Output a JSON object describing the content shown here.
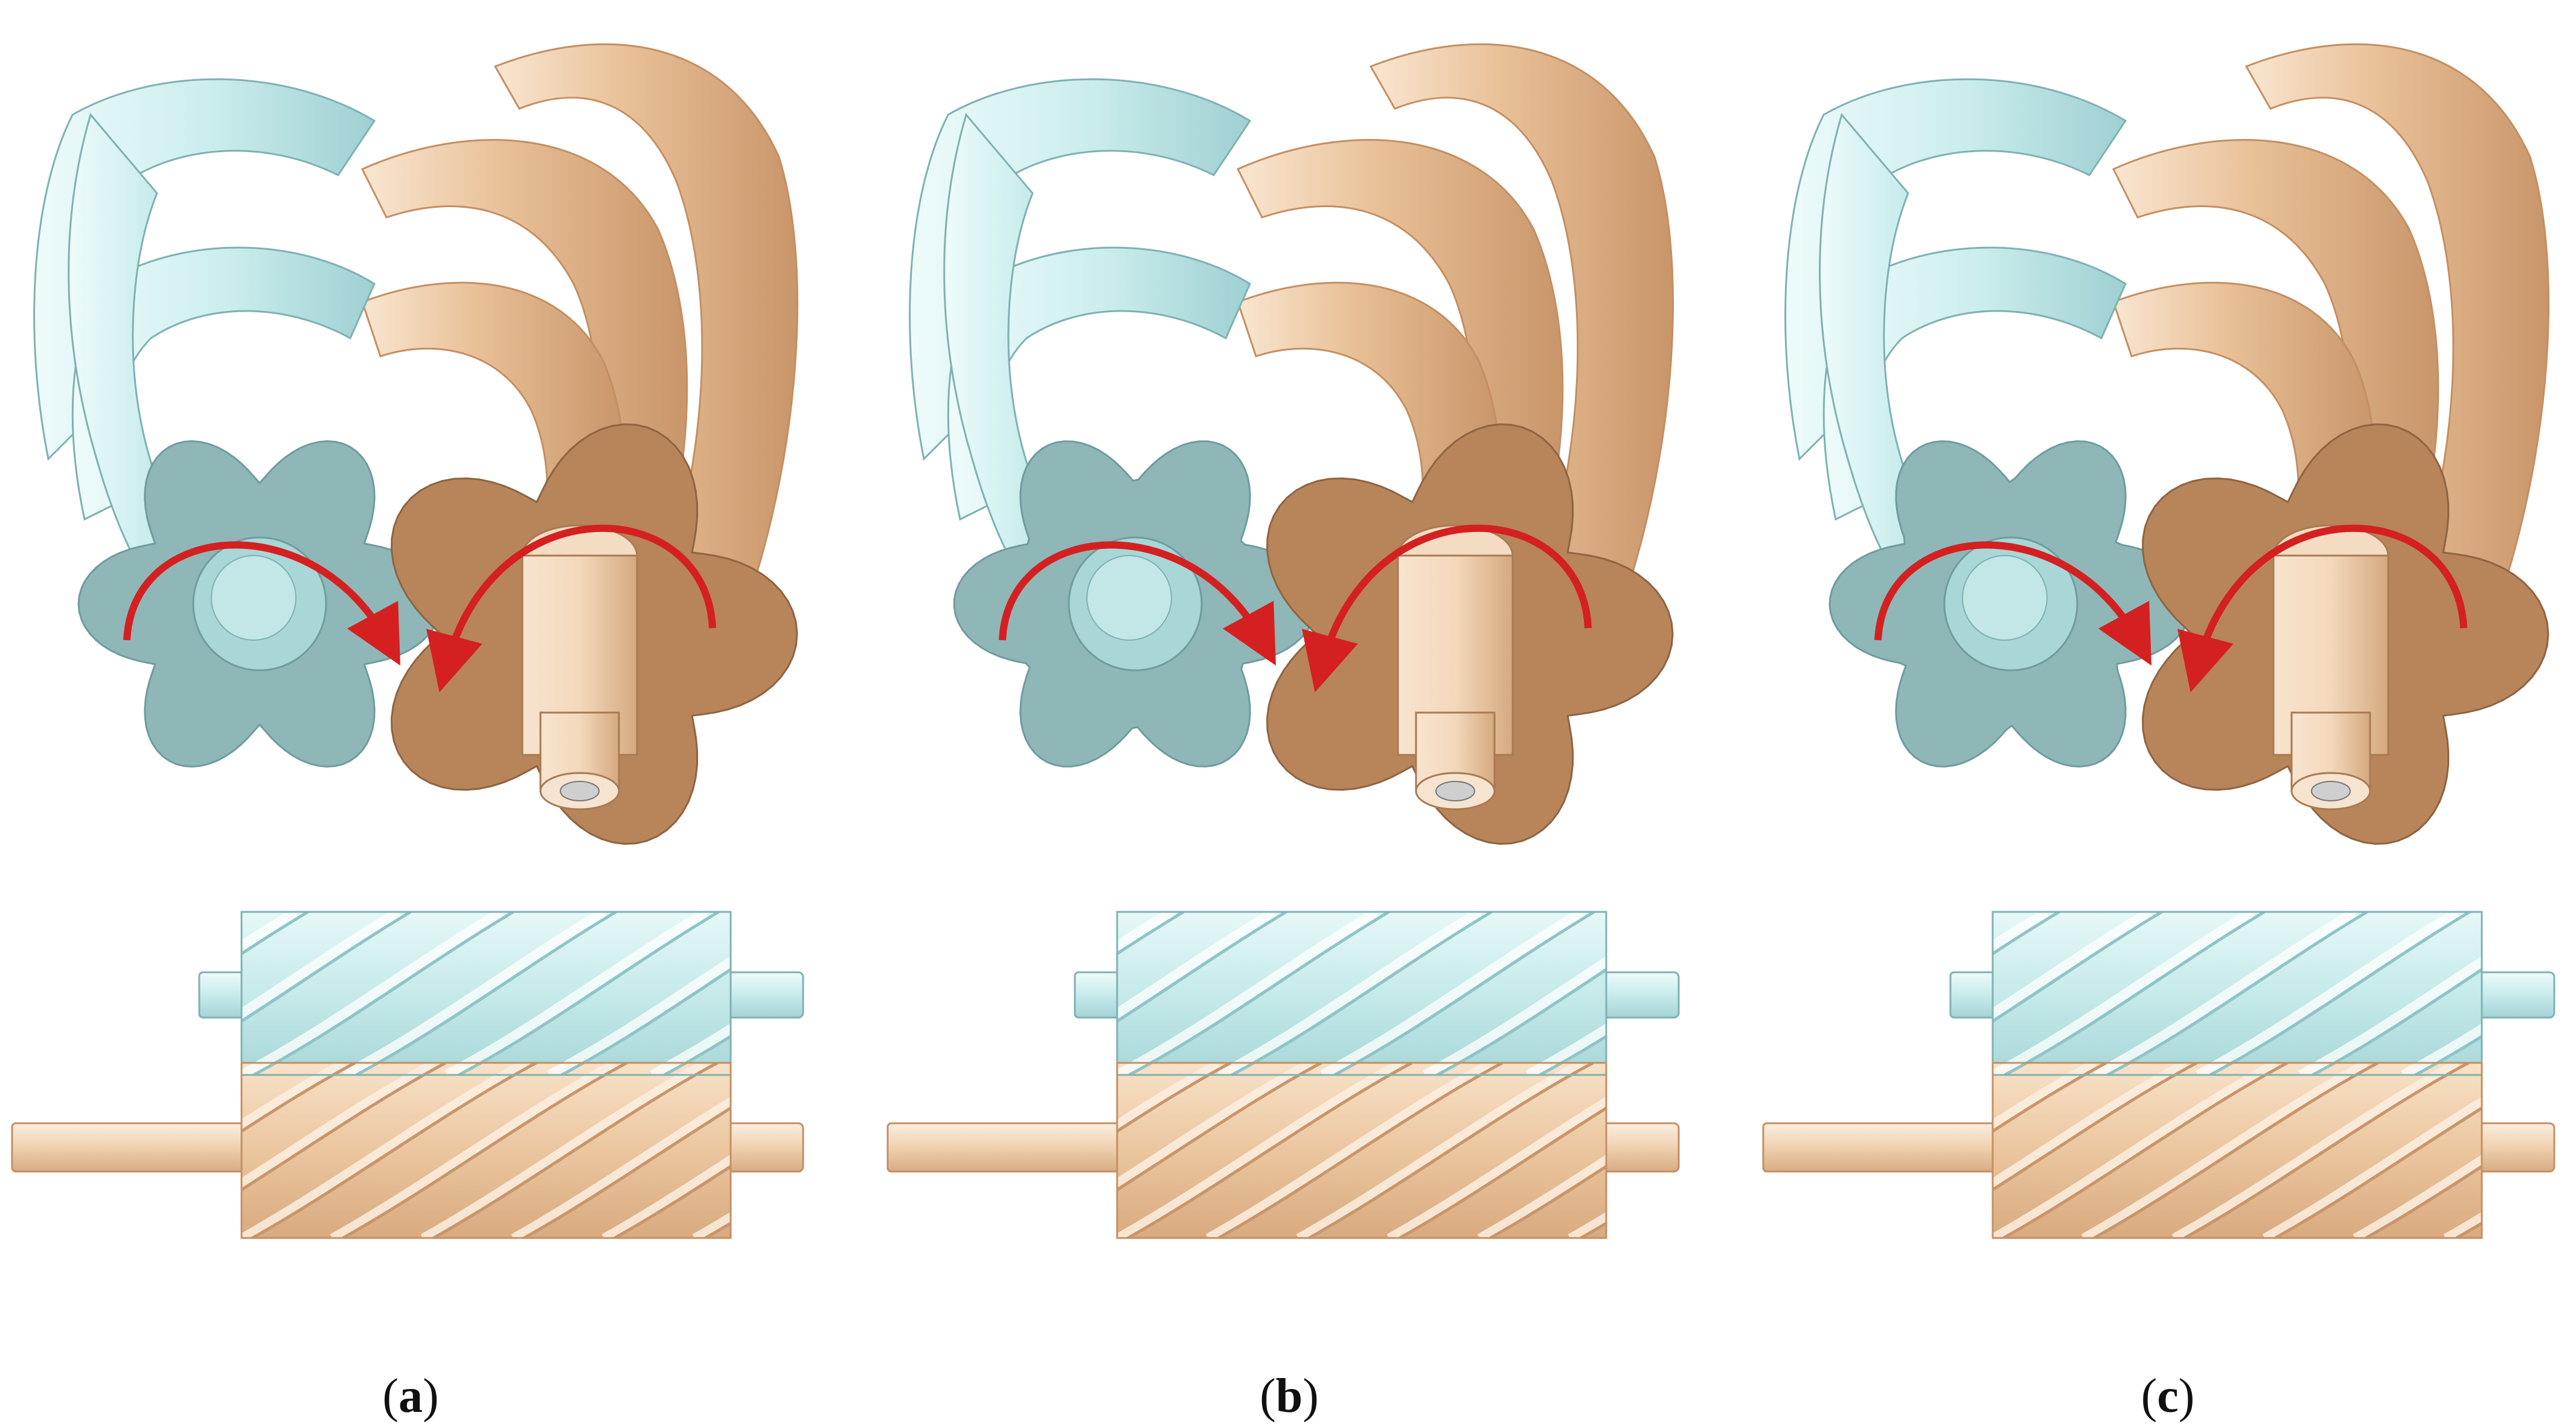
{
  "colors": {
    "male_rotor_light": "#f6dcc0",
    "male_rotor_mid": "#e8bf95",
    "male_rotor_dark": "#c9956a",
    "male_rotor_face": "#b8845a",
    "female_rotor_light": "#dff5f5",
    "female_rotor_mid": "#bfe6e6",
    "female_rotor_dark": "#8fc4c6",
    "female_rotor_face": "#8fb7b8",
    "rotation_arrow": "#d42020",
    "background": "#ffffff"
  },
  "panels": [
    {
      "id": "a",
      "label": "a",
      "female_rotation_deg": 0,
      "male_rotation_deg": 0
    },
    {
      "id": "b",
      "label": "b",
      "female_rotation_deg": 24,
      "male_rotation_deg": -18
    },
    {
      "id": "c",
      "label": "c",
      "female_rotation_deg": 12,
      "male_rotation_deg": -9
    }
  ]
}
